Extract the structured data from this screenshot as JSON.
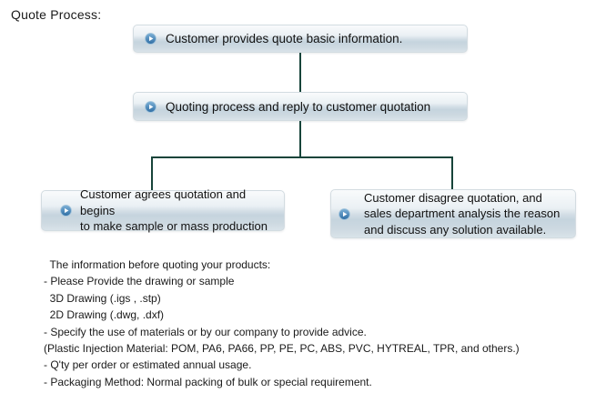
{
  "page_title": "Quote Process:",
  "flow": {
    "icon_name": "play-circle-icon",
    "node1": "Customer provides quote basic information.",
    "node2": "Quoting process and reply to customer quotation",
    "node3": "Customer agrees quotation and begins\nto make sample or mass production",
    "node4": "Customer disagree quotation, and\nsales department analysis the reason\nand discuss any solution available."
  },
  "notes": [
    "  The information before quoting your products:",
    "- Please Provide the drawing or sample",
    "  3D Drawing (.igs , .stp)",
    "  2D Drawing (.dwg, .dxf)",
    "- Specify the use of materials or by our company to provide advice.",
    "(Plastic Injection Material: POM, PA6, PA66, PP, PE, PC, ABS, PVC, HYTREAL, TPR, and others.)",
    "- Q'ty per order or estimated annual usage.",
    "- Packaging Method: Normal packing of bulk or special requirement."
  ],
  "colors": {
    "connector_line": "#17443a",
    "icon_blue_top": "#7db1d7",
    "icon_blue_bottom": "#2e6da4",
    "node_gradient_top": "#f9fbfc",
    "node_gradient_dark_band": "#c5d4de",
    "node_border": "#d3dce1",
    "text": "#111111"
  }
}
